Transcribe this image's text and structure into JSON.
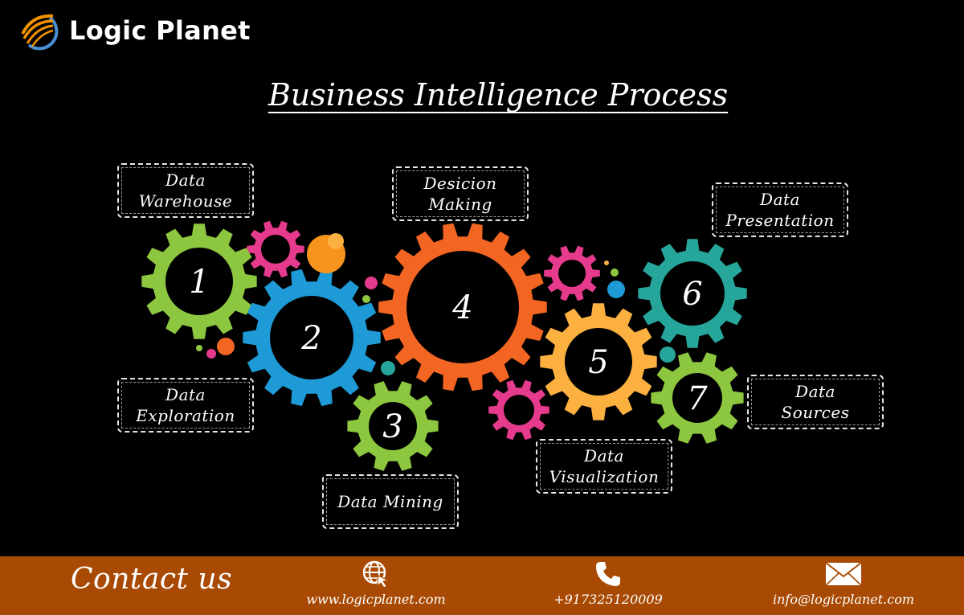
{
  "brand": {
    "name": "Logic Planet",
    "logo_icon": "planet-swoosh-icon",
    "colors": {
      "swoosh": "#f39200",
      "ring": "#4b8fd6"
    }
  },
  "title": "Business Intelligence Process",
  "gears": [
    {
      "number": "1",
      "color": "#8dc63f"
    },
    {
      "number": "2",
      "color": "#1e9ad6"
    },
    {
      "number": "3",
      "color": "#8dc63f"
    },
    {
      "number": "4",
      "color": "#f26522"
    },
    {
      "number": "5",
      "color": "#fbb040"
    },
    {
      "number": "6",
      "color": "#26a69a"
    },
    {
      "number": "7",
      "color": "#8dc63f"
    }
  ],
  "small_gear_color": "#e63a8c",
  "labels": {
    "data_warehouse": [
      "Data",
      "Warehouse"
    ],
    "decision_making": [
      "Desicion",
      "Making"
    ],
    "data_presentation": [
      "Data",
      "Presentation"
    ],
    "data_exploration": [
      "Data",
      "Exploration"
    ],
    "data_mining": [
      "Data Mining"
    ],
    "data_visualization": [
      "Data",
      "Visualization"
    ],
    "data_sources": [
      "Data",
      "Sources"
    ]
  },
  "footer": {
    "background": "#a84a03",
    "contact_label": "Contact us",
    "website": {
      "icon": "globe-cursor-icon",
      "text": "www.logicplanet.com"
    },
    "phone": {
      "icon": "phone-icon",
      "text": "+917325120009"
    },
    "email": {
      "icon": "envelope-icon",
      "text": "info@logicplanet.com"
    }
  }
}
